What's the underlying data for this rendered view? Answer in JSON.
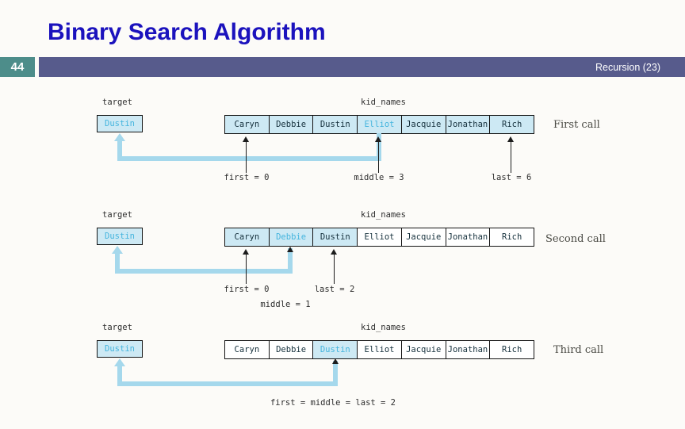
{
  "slide": {
    "title": "Binary Search Algorithm",
    "slide_number": "44",
    "course_label": "Recursion (23)"
  },
  "colors": {
    "title": "#1b12bd",
    "badge_bg": "#4d8d8a",
    "bar_bg": "#575b8c",
    "cell_active_bg": "#cde9f4",
    "highlight_text": "#45b5de",
    "arrow_blue": "#a5d8ec",
    "cell_text": "#15303c",
    "label_text": "#2e2e2e",
    "call_text": "#4a4a44",
    "border_dark": "#141414"
  },
  "diagram": {
    "target_label": "target",
    "target_value": "Dustin",
    "array_label": "kid_names",
    "names": [
      "Caryn",
      "Debbie",
      "Dustin",
      "Elliot",
      "Jacquie",
      "Jonathan",
      "Rich"
    ],
    "calls": [
      {
        "name": "First call",
        "pointers": {
          "first": "first = 0",
          "middle": "middle = 3",
          "last": "last = 6"
        }
      },
      {
        "name": "Second call",
        "pointers": {
          "first": "first = 0",
          "middle": "middle = 1",
          "last": "last = 2"
        }
      },
      {
        "name": "Third call",
        "pointers": {
          "combined": "first = middle = last = 2"
        }
      }
    ]
  }
}
